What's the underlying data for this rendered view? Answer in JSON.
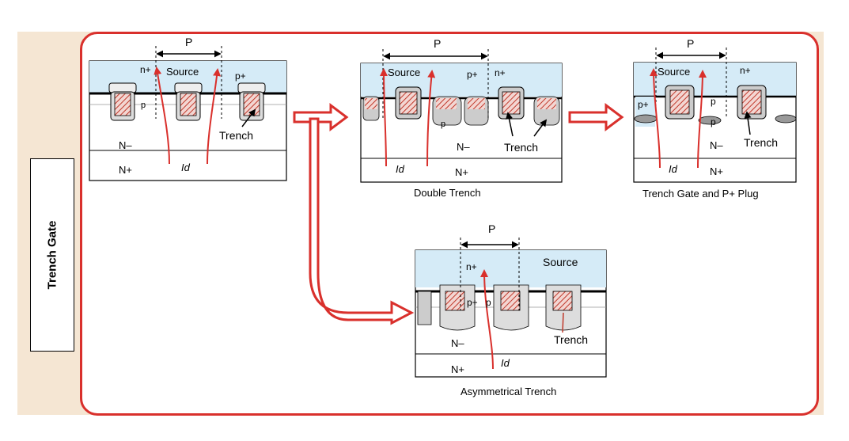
{
  "side_label": "Trench Gate",
  "panels": {
    "basic": {
      "pitch": "P",
      "source": "Source",
      "n_plus_small": "n+",
      "p_plus": "p+",
      "p": "p",
      "trench": "Trench",
      "n_minus": "N–",
      "n_plus": "N+",
      "id": "Id"
    },
    "double": {
      "pitch": "P",
      "source": "Source",
      "n_plus_small": "n+",
      "p_plus": "p+",
      "p": "p",
      "trench": "Trench",
      "n_minus": "N–",
      "n_plus": "N+",
      "id": "Id",
      "caption": "Double Trench"
    },
    "plug": {
      "pitch": "P",
      "source": "Source",
      "n_plus_small": "n+",
      "p_plus": "p+",
      "p_top": "p",
      "p_bottom": "p",
      "trench": "Trench",
      "n_minus": "N–",
      "n_plus": "N+",
      "id": "Id",
      "caption": "Trench Gate and P+ Plug"
    },
    "asym": {
      "pitch": "P",
      "source": "Source",
      "n_plus_small": "n+",
      "p_plus": "p+",
      "p": "p",
      "trench": "Trench",
      "n_minus": "N–",
      "n_plus": "N+",
      "id": "Id",
      "caption": "Asymmetrical Trench"
    }
  },
  "colors": {
    "frame": "#d9302c",
    "source_fill": "#d5ebf7",
    "current": "#d9302c",
    "gate_hatch": "#c0392b"
  }
}
